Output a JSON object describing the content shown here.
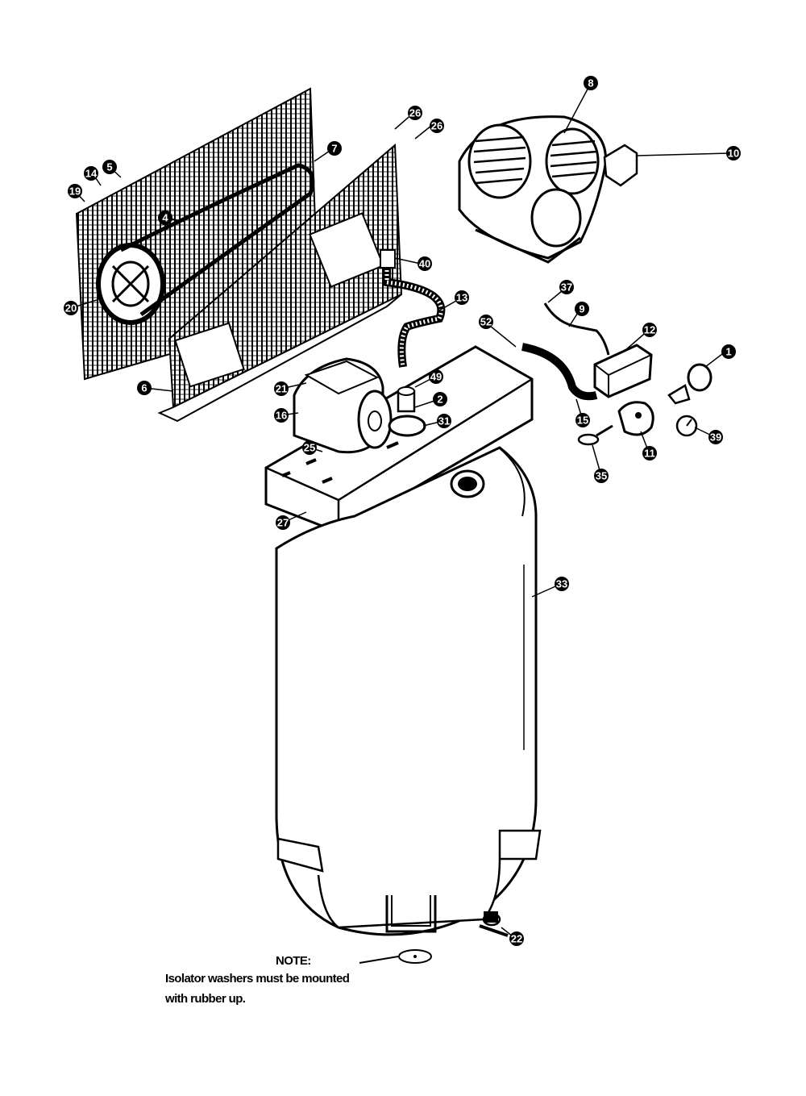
{
  "diagram": {
    "callouts": [
      {
        "id": "c8",
        "label": "8"
      },
      {
        "id": "c10",
        "label": "10"
      },
      {
        "id": "c26a",
        "label": "26"
      },
      {
        "id": "c26b",
        "label": "26"
      },
      {
        "id": "c7",
        "label": "7"
      },
      {
        "id": "c5",
        "label": "5"
      },
      {
        "id": "c14",
        "label": "14"
      },
      {
        "id": "c19",
        "label": "19"
      },
      {
        "id": "c4",
        "label": "4"
      },
      {
        "id": "c20",
        "label": "20"
      },
      {
        "id": "c40",
        "label": "40"
      },
      {
        "id": "c13",
        "label": "13"
      },
      {
        "id": "c37",
        "label": "37"
      },
      {
        "id": "c9",
        "label": "9"
      },
      {
        "id": "c12",
        "label": "12"
      },
      {
        "id": "c52",
        "label": "52"
      },
      {
        "id": "c1",
        "label": "1"
      },
      {
        "id": "c6",
        "label": "6"
      },
      {
        "id": "c21",
        "label": "21"
      },
      {
        "id": "c49",
        "label": "49"
      },
      {
        "id": "c2",
        "label": "2"
      },
      {
        "id": "c31",
        "label": "31"
      },
      {
        "id": "c16",
        "label": "16"
      },
      {
        "id": "c15",
        "label": "15"
      },
      {
        "id": "c11",
        "label": "11"
      },
      {
        "id": "c39",
        "label": "39"
      },
      {
        "id": "c35",
        "label": "35"
      },
      {
        "id": "c25",
        "label": "25"
      },
      {
        "id": "c27",
        "label": "27"
      },
      {
        "id": "c33",
        "label": "33"
      },
      {
        "id": "c22",
        "label": "22"
      }
    ]
  },
  "note": {
    "heading": "NOTE:",
    "line1": "Isolator washers must be mounted",
    "line2": "with rubber up."
  },
  "colors": {
    "ink": "#000000",
    "paper": "#ffffff"
  }
}
